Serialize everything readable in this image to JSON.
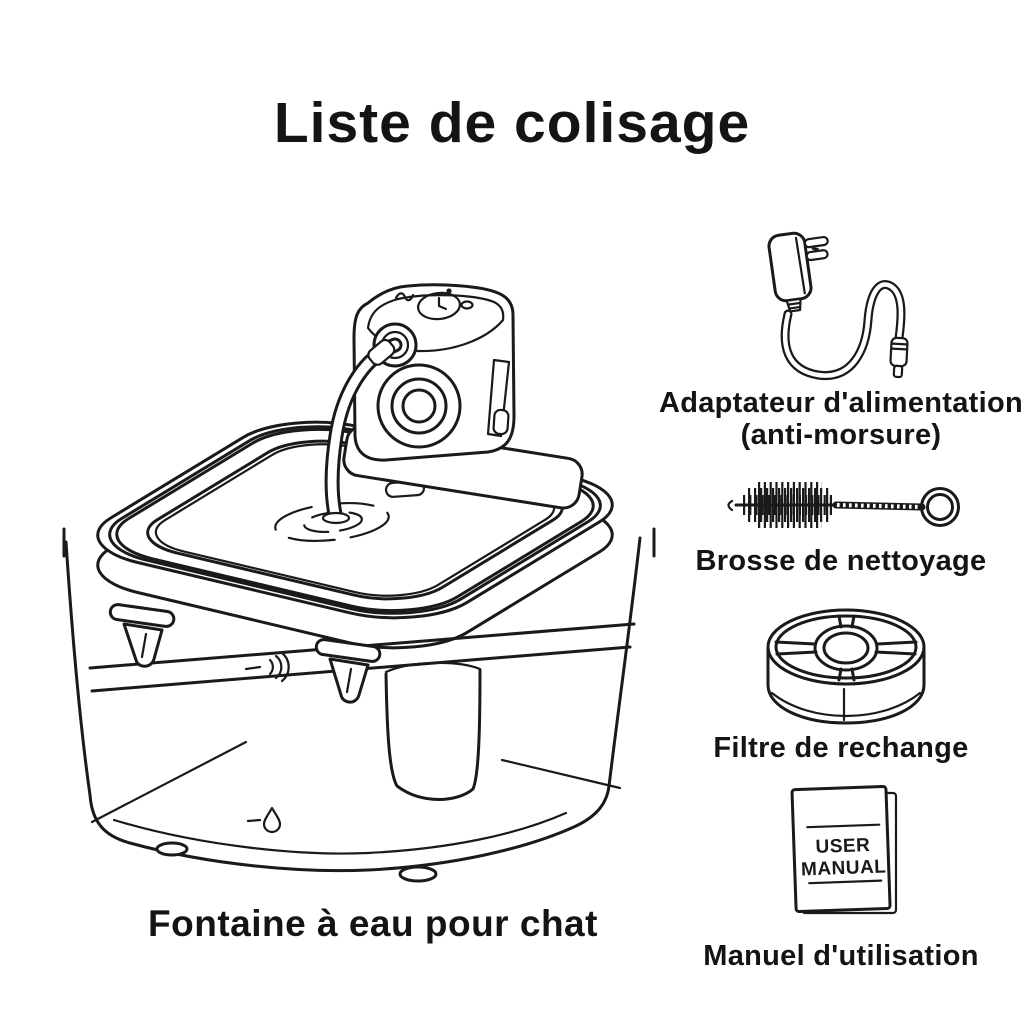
{
  "page": {
    "title": "Liste de colisage",
    "background_color": "#ffffff",
    "line_color": "#1a1a1a",
    "text_color": "#141414"
  },
  "main_product": {
    "caption": "Fontaine à eau pour chat",
    "illustration": "cat-water-fountain-line-art"
  },
  "accessories": [
    {
      "id": "power-adapter",
      "label_line1": "Adaptateur d'alimentation",
      "label_line2": "(anti-morsure)"
    },
    {
      "id": "cleaning-brush",
      "label_line1": "Brosse de nettoyage"
    },
    {
      "id": "replacement-filter",
      "label_line1": "Filtre de rechange"
    },
    {
      "id": "user-manual",
      "label_line1": "Manuel d'utilisation",
      "cover_text_line1": "USER",
      "cover_text_line2": "MANUAL"
    }
  ]
}
